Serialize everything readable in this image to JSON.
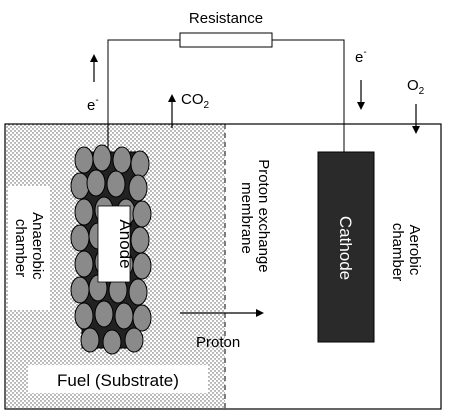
{
  "labels": {
    "resistance": "Resistance",
    "electron_left": "e",
    "electron_right": "e",
    "electron_sup": "-",
    "co2_main": "CO",
    "co2_sub": "2",
    "o2_main": "O",
    "o2_sub": "2",
    "anode": "Anode",
    "cathode": "Cathode",
    "anaerobic_line1": "Anaerobic",
    "anaerobic_line2": "chamber",
    "aerobic_line1": "Aerobic",
    "aerobic_line2": "chamber",
    "membrane_line1": "Proton exchange",
    "membrane_line2": "membrane",
    "proton": "Proton",
    "fuel": "Fuel (Substrate)"
  },
  "colors": {
    "anaerobic_dots": "#555555",
    "anode_body": "#222222",
    "anode_pellet": "#8a8a8a",
    "cathode_body": "#2a2a2a",
    "outline": "#000000"
  },
  "icons": [
    "up-arrow-icon",
    "down-arrow-icon",
    "right-arrow-icon"
  ]
}
